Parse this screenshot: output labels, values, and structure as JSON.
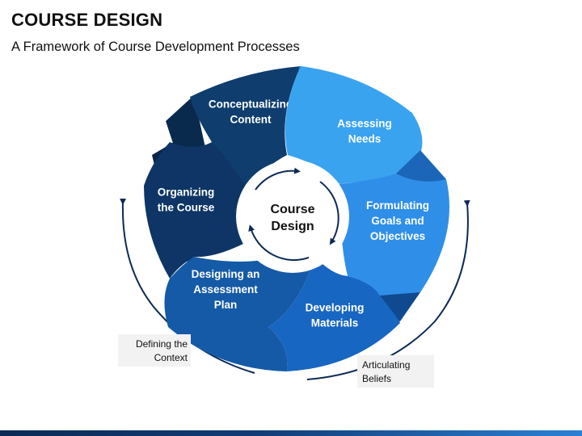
{
  "title": "COURSE DESIGN",
  "subtitle": "A Framework of Course Development Processes",
  "center": {
    "line1": "Course",
    "line2": "Design"
  },
  "segments": [
    {
      "id": "conceptualizing",
      "lines": [
        "Conceptualizing",
        "Content"
      ],
      "color": "#0f3d6e",
      "dark": "#0a2a4d"
    },
    {
      "id": "assessing",
      "lines": [
        "Assessing",
        "Needs"
      ],
      "color": "#3aa3f0",
      "dark": "#2277c4"
    },
    {
      "id": "formulating",
      "lines": [
        "Formulating",
        "Goals and",
        "Objectives"
      ],
      "color": "#2f8fe8",
      "dark": "#1b66b8"
    },
    {
      "id": "developing",
      "lines": [
        "Developing",
        "Materials"
      ],
      "color": "#1766c2",
      "dark": "#0f4a91"
    },
    {
      "id": "designing",
      "lines": [
        "Designing an",
        "Assessment",
        "Plan"
      ],
      "color": "#155aa6",
      "dark": "#0d3e78"
    },
    {
      "id": "organizing",
      "lines": [
        "Organizing",
        "the Course"
      ],
      "color": "#0e3566",
      "dark": "#0a2547"
    }
  ],
  "notes": {
    "context": [
      "Defining the",
      "Context"
    ],
    "beliefs": [
      "Articulating",
      "Beliefs"
    ]
  },
  "colors": {
    "arrow": "#0b2a55",
    "footer_dark": "#0b2a55",
    "footer_light": "#2c80d6"
  }
}
